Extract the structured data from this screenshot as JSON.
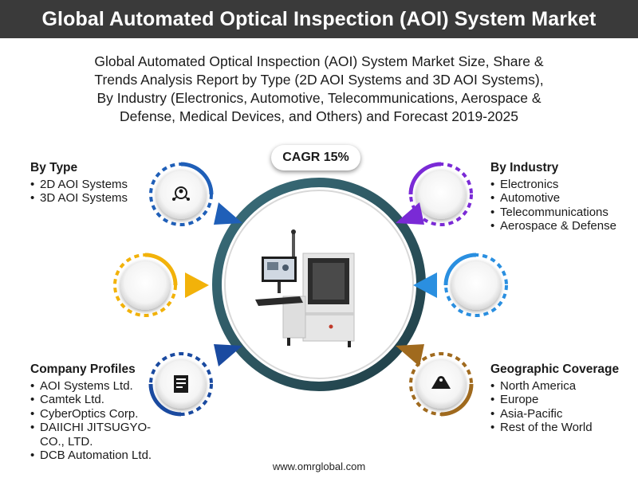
{
  "header": {
    "title": "Global Automated Optical Inspection (AOI) System Market"
  },
  "subtitle": {
    "lines": [
      "Global Automated Optical Inspection (AOI) System Market Size, Share &",
      "Trends Analysis Report by Type (2D AOI Systems and 3D AOI Systems),",
      "By Industry (Electronics, Automotive, Telecommunications, Aerospace &",
      "Defense, Medical Devices, and Others) and Forecast 2019-2025"
    ]
  },
  "cagr": "CAGR 15%",
  "by_type": {
    "title": "By Type",
    "items": [
      "2D AOI Systems",
      "3D AOI Systems"
    ]
  },
  "by_industry": {
    "title": "By Industry",
    "items": [
      "Electronics",
      "Automotive",
      "Telecommunications",
      "Aerospace & Defense"
    ]
  },
  "company_profiles": {
    "title": "Company Profiles",
    "items": [
      "AOI Systems Ltd.",
      "Camtek Ltd.",
      "CyberOptics Corp.",
      "DAIICHI JITSUGYO-",
      "CO., LTD.",
      "DCB Automation Ltd."
    ]
  },
  "geographic": {
    "title": "Geographic Coverage",
    "items": [
      "North America",
      "Europe",
      "Asia-Pacific",
      "Rest of the World"
    ]
  },
  "footer": "www.omrglobal.com",
  "colors": {
    "header_bg": "#3a3a3a",
    "blue": "#1f5fb8",
    "purple": "#7a2ad6",
    "yellow": "#f2b20a",
    "light_blue": "#2a8fe0",
    "navy": "#1a4aa0",
    "brown": "#a06a1e",
    "teal_ring": "#2f5f6b"
  },
  "icons": {
    "type": "people-network-icon",
    "profiles": "document-icon",
    "geographic": "map-pin-icon"
  }
}
